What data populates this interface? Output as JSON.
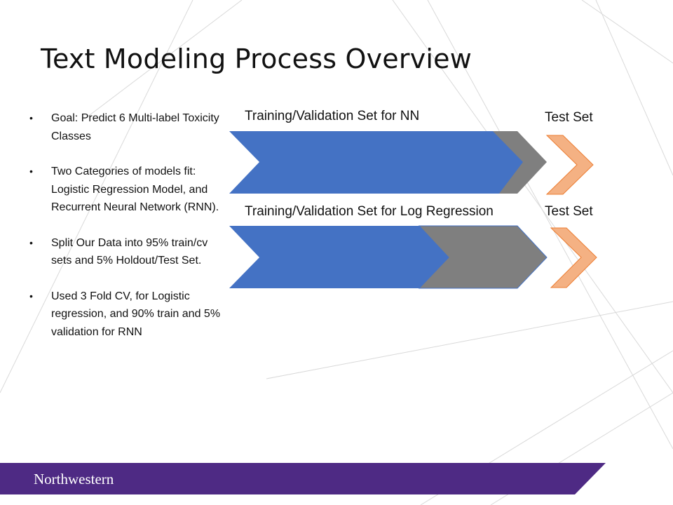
{
  "slide": {
    "title": "Text Modeling Process Overview"
  },
  "bullets": [
    "Goal: Predict 6 Multi-label Toxicity Classes",
    "Two Categories of  models fit: Logistic Regression Model, and Recurrent Neural Network (RNN).",
    "Split Our Data into 95% train/cv sets and 5% Holdout/Test  Set.",
    "Used  3 Fold CV, for Logistic regression,  and 90% train and 5% validation for RNN"
  ],
  "bullet_symbol": "•",
  "diagram": {
    "row1": {
      "label": "Training/Validation Set for NN",
      "test_label": "Test Set"
    },
    "row2": {
      "label": "Training/Validation Set for Log Regression",
      "test_label": "Test Set"
    },
    "colors": {
      "training": "#4472C4",
      "validation": "#7F7F7F",
      "test": "#F4B183",
      "test_border": "#ED7D31"
    }
  },
  "footer": {
    "brand": "Northwestern",
    "color": "#4E2A84"
  }
}
